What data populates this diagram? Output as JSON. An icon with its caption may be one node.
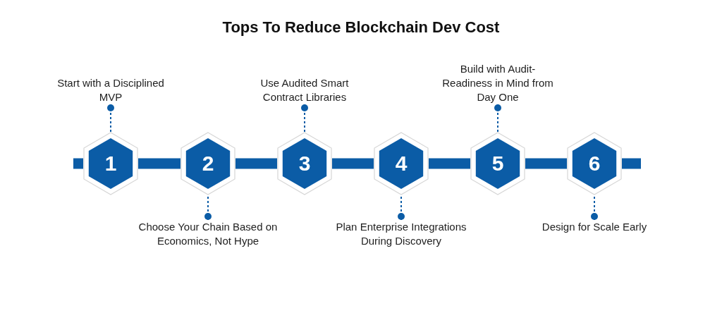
{
  "diagram": {
    "title": "Tops To Reduce Blockchain Dev Cost",
    "nodes": [
      {
        "text": [
          "1"
        ]
      },
      {
        "text": [
          "Start with a Disciplined MVP"
        ]
      },
      {
        "text": [
          "2"
        ]
      },
      {
        "text": [
          "Choose Your Chain Based on Economics, Not Hype"
        ]
      },
      {
        "text": [
          "3"
        ]
      },
      {
        "text": [
          "Use Audited Smart Contract Libraries"
        ]
      },
      {
        "text": [
          "4"
        ]
      },
      {
        "text": [
          "Plan Enterprise Integrations During Discovery"
        ]
      },
      {
        "text": [
          "5"
        ]
      },
      {
        "text": [
          "Build with Audit-Readiness in Mind from Day One"
        ]
      },
      {
        "text": [
          "6"
        ]
      },
      {
        "text": [
          "Design for Scale Early"
        ]
      }
    ],
    "edges": [
      {
        "from": null,
        "to": 0,
        "arrow": "none"
      },
      {
        "from": 0,
        "to": 2,
        "arrow": "none"
      },
      {
        "from": 2,
        "to": 4,
        "arrow": "none"
      },
      {
        "from": 4,
        "to": 6,
        "arrow": "none"
      },
      {
        "from": 6,
        "to": 8,
        "arrow": "none"
      },
      {
        "from": 8,
        "to": 10,
        "arrow": "none"
      },
      {
        "from": 10,
        "to": null,
        "arrow": "none"
      },
      {
        "from": 1,
        "to": 0,
        "arrow": "other",
        "style": "dashed"
      },
      {
        "from": 3,
        "to": 2,
        "arrow": "other",
        "style": "dashed"
      },
      {
        "from": 5,
        "to": 4,
        "arrow": "other",
        "style": "dashed"
      },
      {
        "from": 7,
        "to": 6,
        "arrow": "other",
        "style": "dashed"
      },
      {
        "from": 9,
        "to": 8,
        "arrow": "other",
        "style": "dashed"
      },
      {
        "from": 11,
        "to": 10,
        "arrow": "other",
        "style": "dashed"
      }
    ]
  }
}
